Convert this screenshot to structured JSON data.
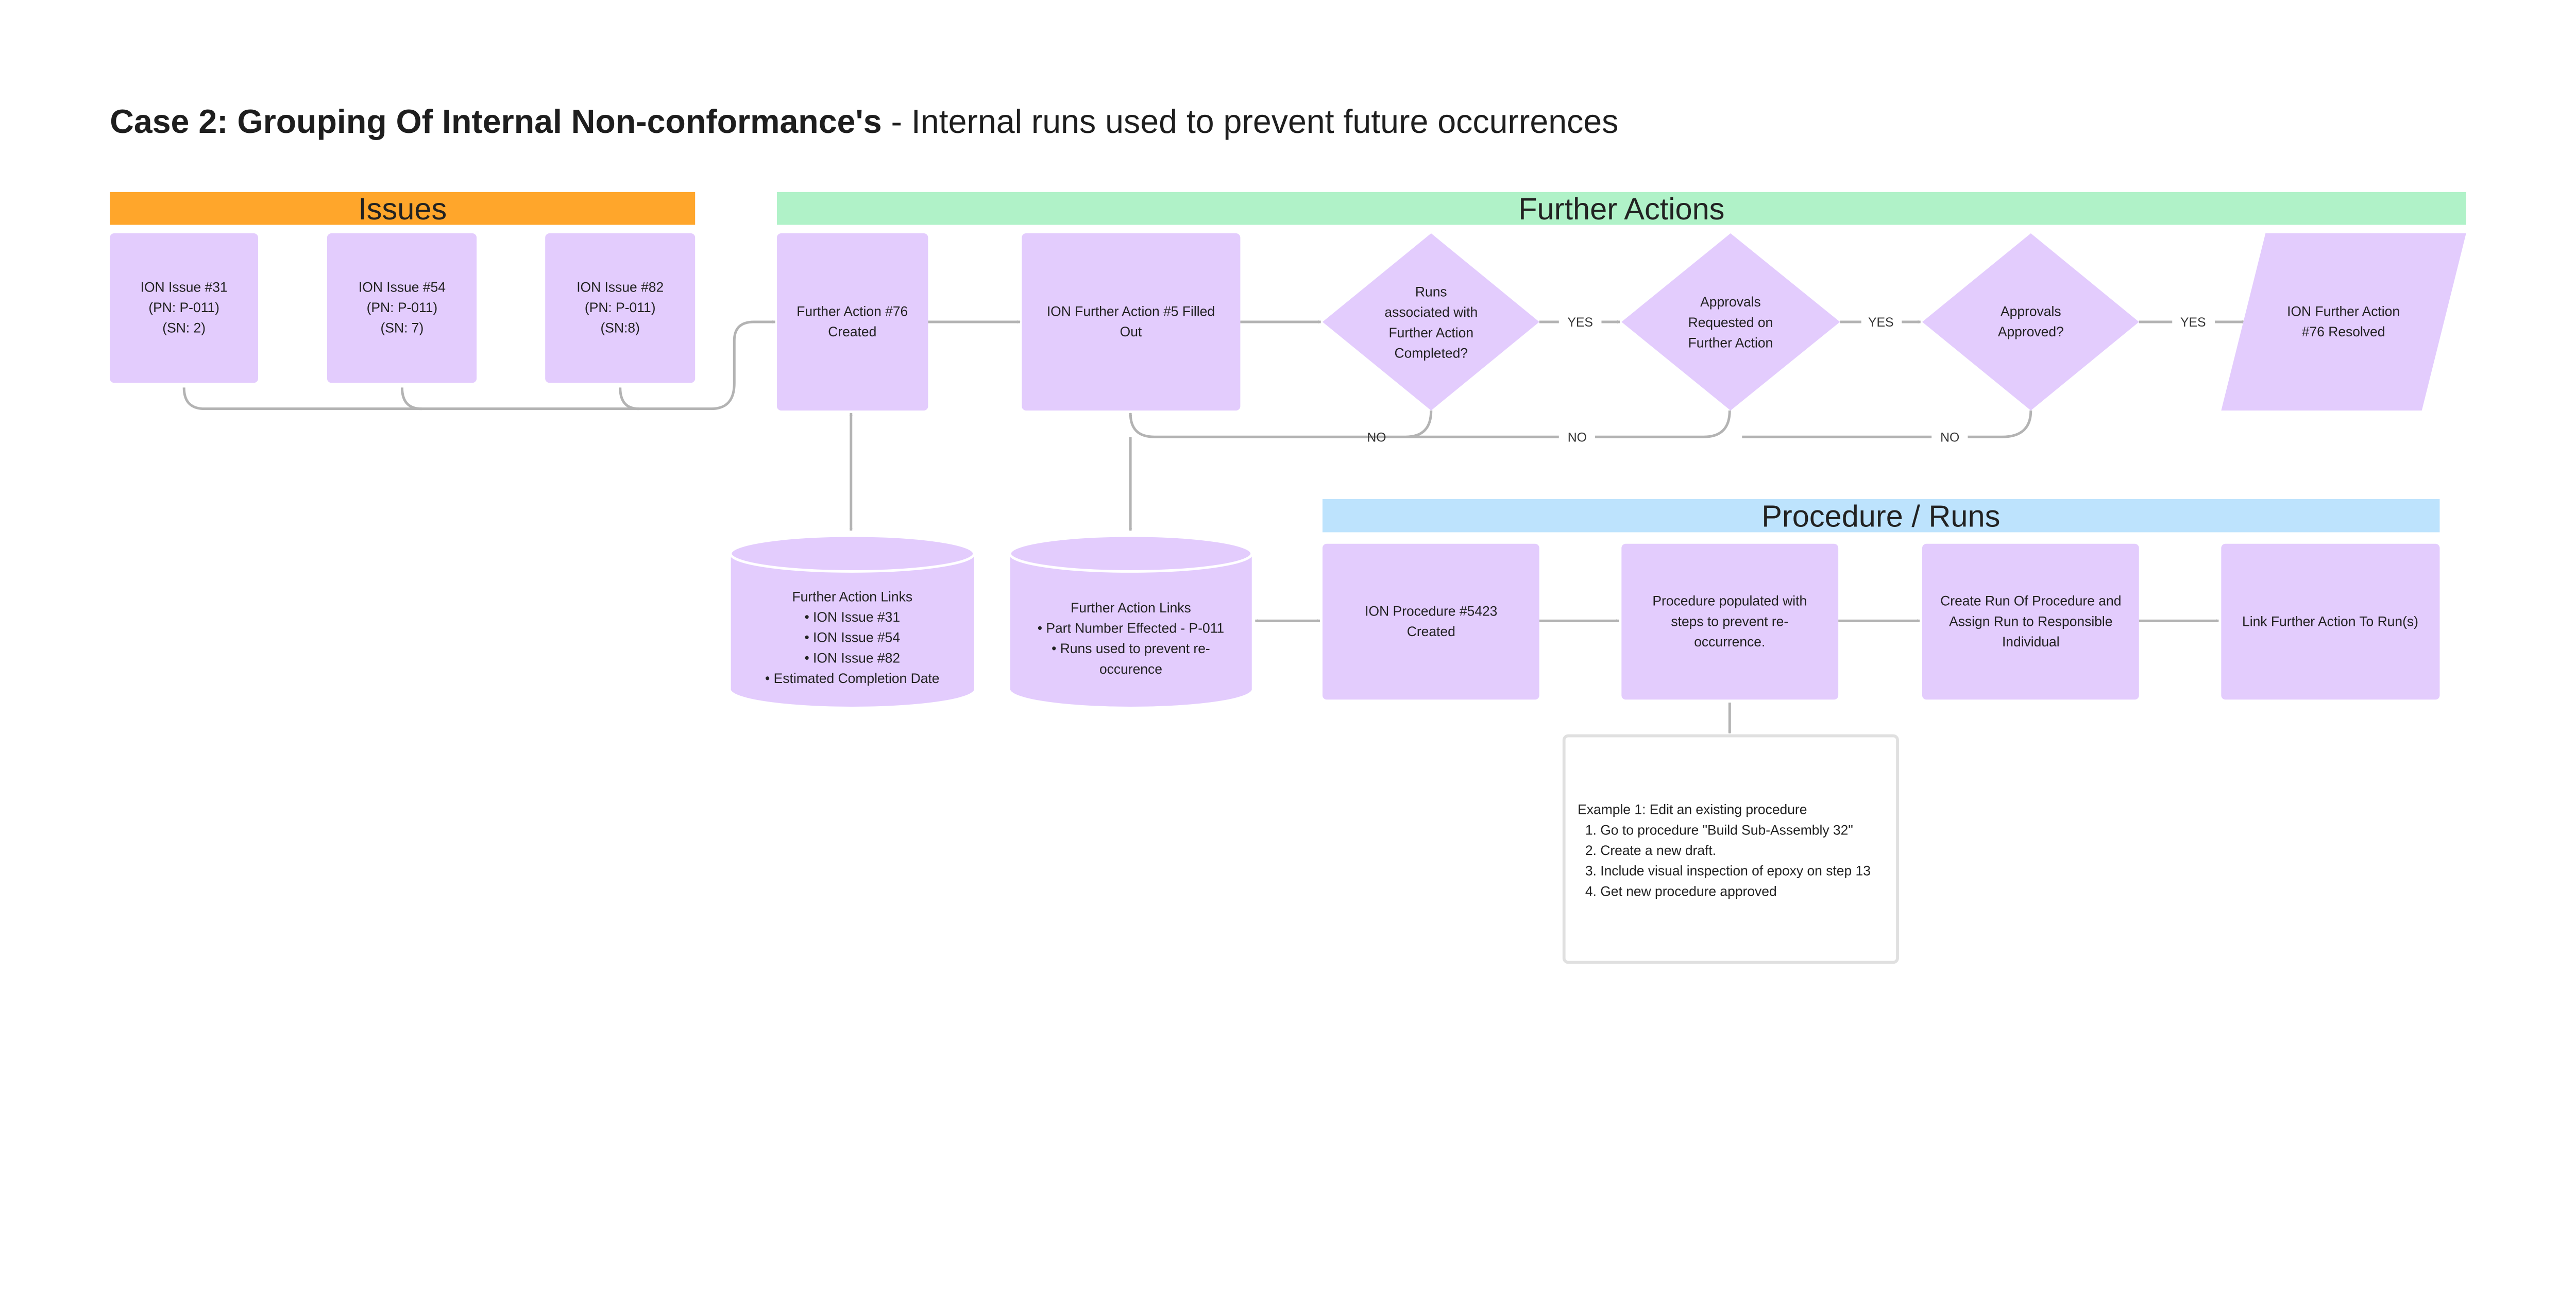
{
  "title": {
    "bold": "Case 2: Grouping Of Internal Non-conformance's",
    "rest": " - Internal runs used to prevent future occurrences"
  },
  "colors": {
    "issues": "#ffa62b",
    "further_actions": "#b0f2c8",
    "procedure": "#bde3fd",
    "node": "#e3ccfd",
    "connector": "#b3b3b3"
  },
  "sections": {
    "issues": "Issues",
    "further_actions": "Further Actions",
    "procedure": "Procedure / Runs"
  },
  "issues": [
    {
      "lines": [
        "ION Issue #31",
        "(PN: P-011)",
        "(SN: 2)"
      ]
    },
    {
      "lines": [
        "ION Issue #54",
        "(PN: P-011)",
        "(SN: 7)"
      ]
    },
    {
      "lines": [
        "ION Issue #82",
        "(PN: P-011)",
        "(SN:8)"
      ]
    }
  ],
  "further": {
    "fa76": [
      "Further Action #76",
      "Created"
    ],
    "fa5": [
      "ION Further Action #5 Filled",
      "Out"
    ],
    "d1": [
      "Runs",
      "associated with",
      "Further Action",
      "Completed?"
    ],
    "d2": [
      "Approvals",
      "Requested on",
      "Further Action"
    ],
    "d3": [
      "Approvals",
      "Approved?"
    ],
    "resolved": [
      "ION Further Action",
      "#76 Resolved"
    ]
  },
  "yes_label": "YES",
  "no_label": "NO",
  "cyl1": [
    "Further Action Links",
    "• ION Issue #31",
    "• ION Issue #54",
    "• ION Issue #82",
    "• Estimated Completion Date"
  ],
  "cyl2": [
    "Further Action Links",
    "• Part Number Effected - P-011",
    "• Runs used to prevent re-",
    "occurence"
  ],
  "procedure": {
    "p1": [
      "ION Procedure #5423",
      "Created"
    ],
    "p2": [
      "Procedure populated with",
      "steps to prevent re-",
      "occurrence."
    ],
    "p3": [
      "Create Run Of Procedure and",
      "Assign Run to Responsible",
      "Individual"
    ],
    "p4": [
      "Link Further Action To Run(s)"
    ]
  },
  "example": [
    "Example 1: Edit an existing procedure",
    "  1. Go to procedure \"Build Sub-Assembly 32\"",
    "  2. Create a new draft.",
    "  3. Include visual inspection of epoxy on step 13",
    "  4. Get new procedure approved"
  ]
}
